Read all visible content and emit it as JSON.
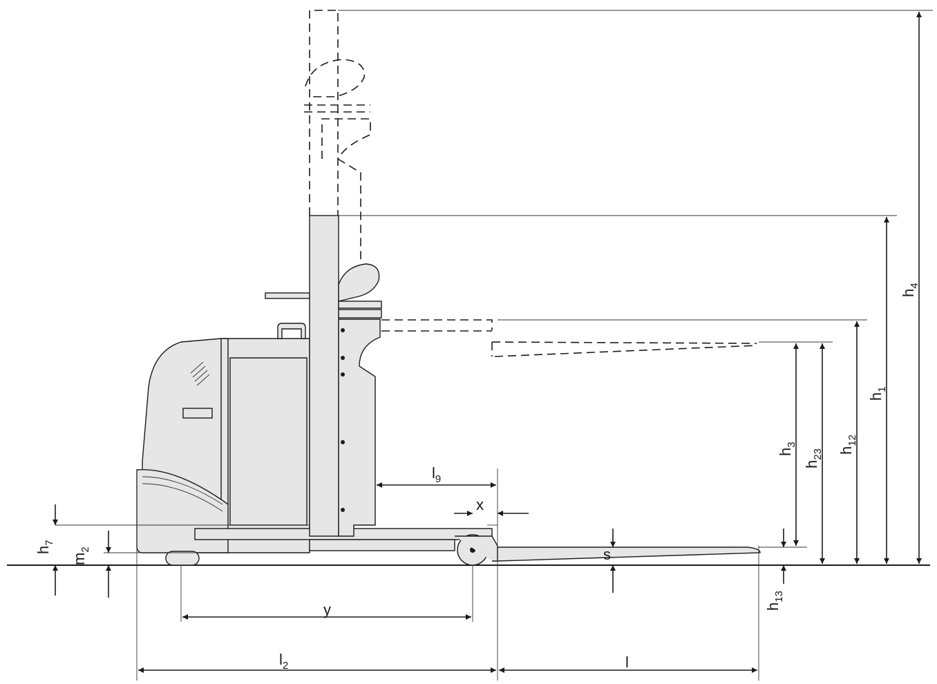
{
  "diagram": {
    "dimension_labels": {
      "h4": {
        "main": "h",
        "sub": "4"
      },
      "h1": {
        "main": "h",
        "sub": "1"
      },
      "h12": {
        "main": "h",
        "sub": "12"
      },
      "h23": {
        "main": "h",
        "sub": "23"
      },
      "h3": {
        "main": "h",
        "sub": "3"
      },
      "h7": {
        "main": "h",
        "sub": "7"
      },
      "m2": {
        "main": "m",
        "sub": "2"
      },
      "h13": {
        "main": "h",
        "sub": "13"
      },
      "l9": {
        "main": "l",
        "sub": "9"
      },
      "x": {
        "main": "x",
        "sub": ""
      },
      "s": {
        "main": "s",
        "sub": ""
      },
      "y": {
        "main": "y",
        "sub": ""
      },
      "l2": {
        "main": "l",
        "sub": "2"
      },
      "l": {
        "main": "l",
        "sub": ""
      }
    },
    "colors": {
      "line": "#1a1a1a",
      "body_fill": "#e6e6e6",
      "background": "#ffffff"
    }
  }
}
